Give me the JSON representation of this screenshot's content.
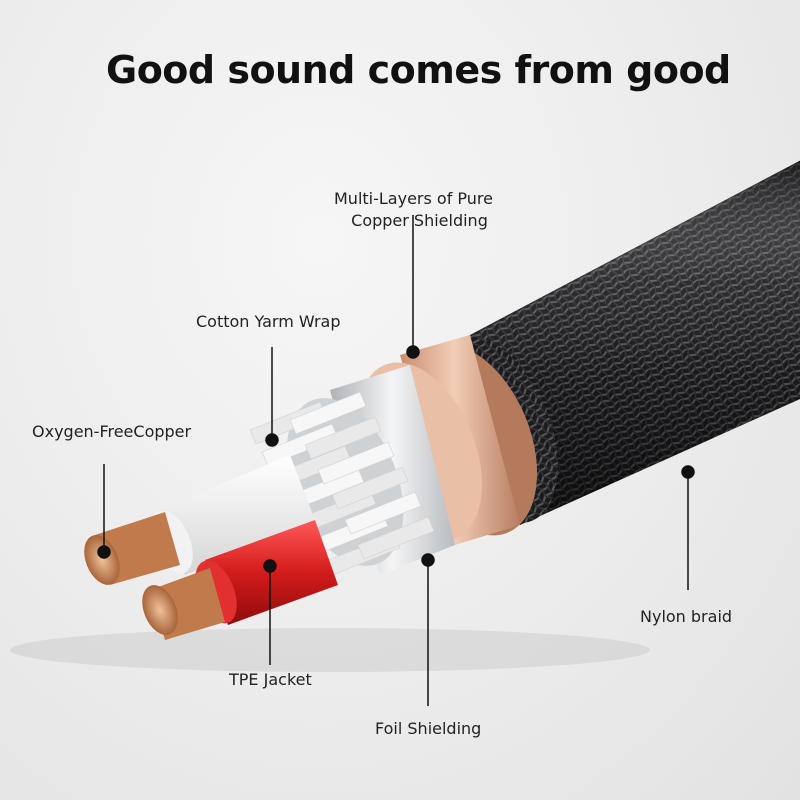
{
  "headline": "Good sound comes from good",
  "labels": {
    "copper_shielding_line1": "Multi-Layers of Pure",
    "copper_shielding_line2": "Copper Shielding",
    "cotton_wrap": "Cotton Yarm Wrap",
    "oxygen_free_copper": "Oxygen-FreeCopper",
    "tpe_jacket": "TPE Jacket",
    "foil_shielding": "Foil Shielding",
    "nylon_braid": "Nylon braid"
  },
  "colors": {
    "braid": "#1c1c1e",
    "copper_shield": "#d9a98c",
    "foil": "#d4d6d8",
    "cotton": "#f4f4f4",
    "tpe_red": "#d11e1e",
    "copper_wire": "#c98a5c",
    "marker": "#111111"
  }
}
